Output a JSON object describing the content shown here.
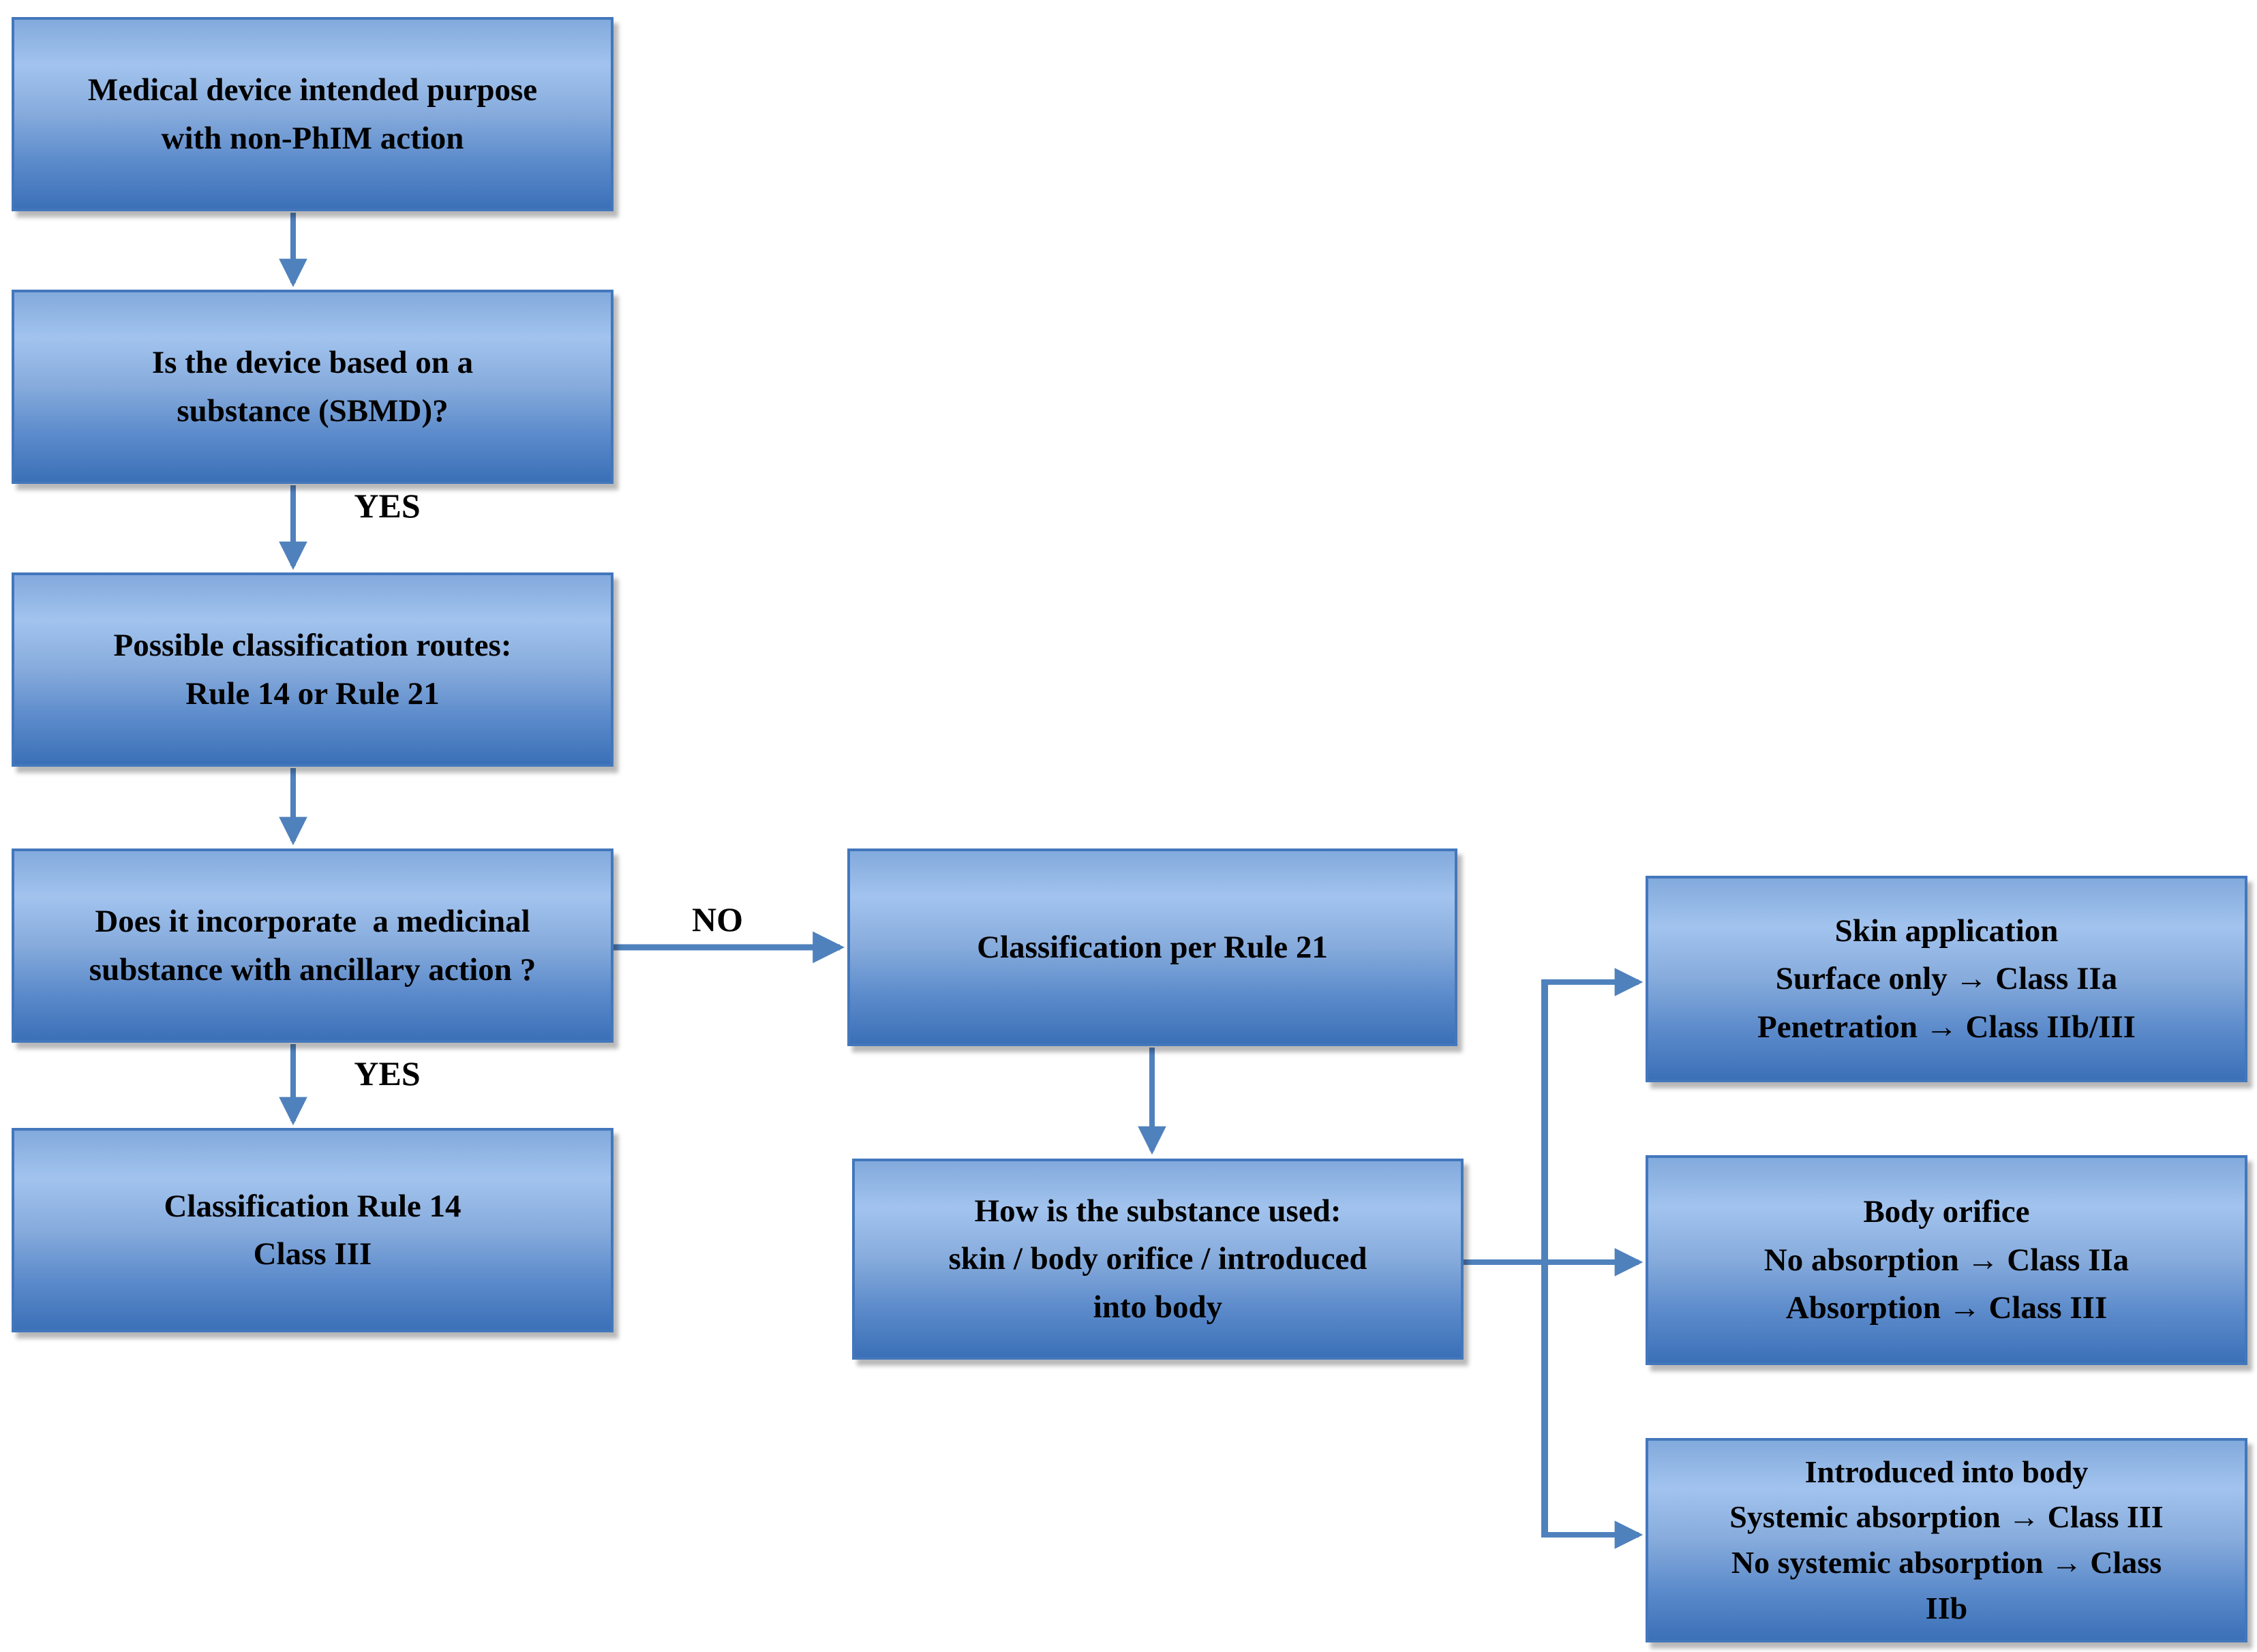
{
  "diagram": {
    "background_color": "#ffffff",
    "node_gradient_top": "#a2c3ee",
    "node_gradient_bottom": "#3b70b7",
    "node_border_color": "#4377bc",
    "connector_color": "#4f81bd",
    "text_color": "#000000",
    "nodes": {
      "start": {
        "text": "Medical device intended purpose\nwith non-PhIM action"
      },
      "sbmd_question": {
        "text": "Is the device based on a\nsubstance (SBMD)?"
      },
      "routes": {
        "text": "Possible classification routes:\nRule 14 or Rule 21"
      },
      "ancillary_question": {
        "text": "Does it incorporate  a medicinal\nsubstance with ancillary action ?"
      },
      "rule14": {
        "text": "Classification Rule 14\nClass III"
      },
      "rule21": {
        "text": "Classification per Rule 21"
      },
      "usage_question": {
        "text": "How is the substance used:\nskin / body orifice / introduced\ninto body"
      },
      "skin": {
        "text": "Skin application\nSurface only → Class IIa\nPenetration → Class IIb/III"
      },
      "orifice": {
        "text": "Body orifice\nNo absorption → Class IIa\nAbsorption → Class III"
      },
      "into_body": {
        "text": "Introduced into body\nSystemic absorption → Class III\nNo systemic absorption → Class\nIIb"
      }
    },
    "edge_labels": {
      "yes_sbmd": "YES",
      "no_ancillary": "NO",
      "yes_ancillary": "YES"
    }
  }
}
